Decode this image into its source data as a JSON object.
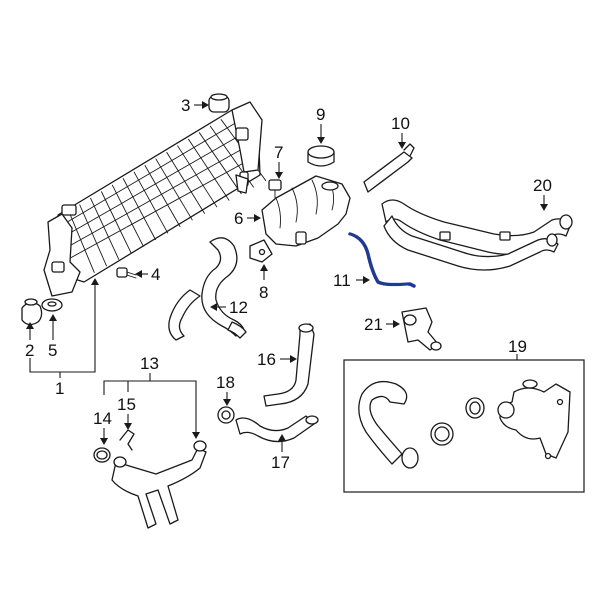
{
  "callouts": {
    "c1": "1",
    "c2": "2",
    "c3": "3",
    "c4": "4",
    "c5": "5",
    "c6": "6",
    "c7": "7",
    "c8": "8",
    "c9": "9",
    "c10": "10",
    "c11": "11",
    "c12": "12",
    "c13": "13",
    "c14": "14",
    "c15": "15",
    "c16": "16",
    "c17": "17",
    "c18": "18",
    "c19": "19",
    "c20": "20",
    "c21": "21"
  },
  "colors": {
    "line": "#1a1a1a",
    "highlight": "#1f3a93",
    "background": "#ffffff"
  }
}
